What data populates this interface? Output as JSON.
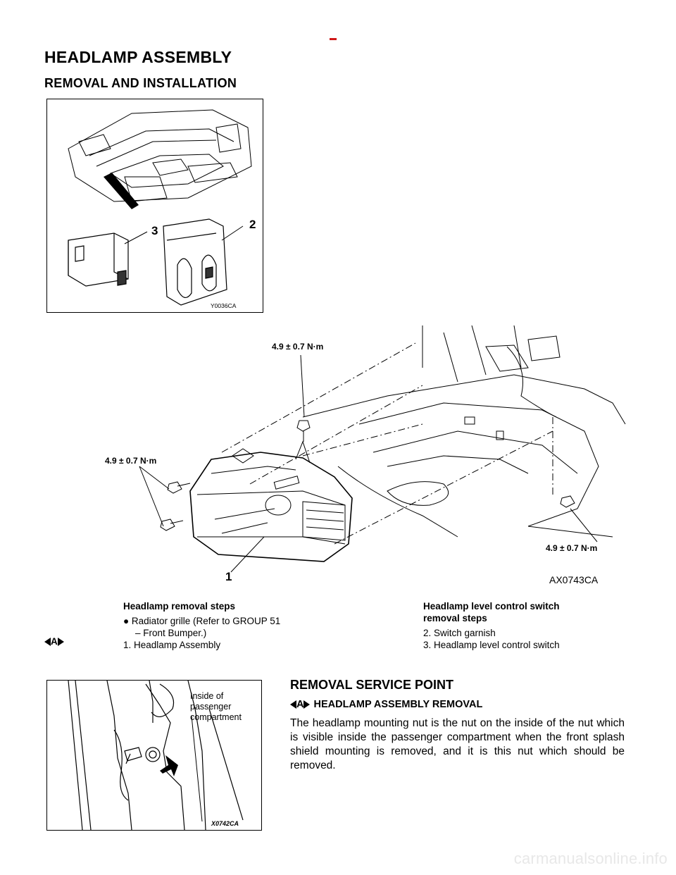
{
  "page": {
    "title": "HEADLAMP ASSEMBLY",
    "subtitle": "REMOVAL AND INSTALLATION"
  },
  "figure1": {
    "code": "Y0036CA",
    "callouts": [
      "2",
      "3"
    ]
  },
  "figure2": {
    "code": "AX0743CA",
    "callout": "1",
    "torque_labels": [
      "4.9 ± 0.7 N·m",
      "4.9 ± 0.7 N·m",
      "4.9 ± 0.7 N·m"
    ]
  },
  "steps_left": {
    "heading": "Headlamp removal steps",
    "bullet_item_line1": "Radiator grille (Refer to GROUP 51",
    "bullet_item_line2": "– Front Bumper.)",
    "item1": "1. Headlamp Assembly",
    "marker": "A"
  },
  "steps_right": {
    "heading_line1": "Headlamp level control switch",
    "heading_line2": "removal steps",
    "item2": "2. Switch garnish",
    "item3": "3. Headlamp level control switch"
  },
  "figure3": {
    "label_line1": "Inside of",
    "label_line2": "passenger",
    "label_line3": "compartment",
    "code": "X0742CA"
  },
  "service": {
    "title": "REMOVAL SERVICE POINT",
    "marker": "A",
    "subtitle": "HEADLAMP ASSEMBLY REMOVAL",
    "body": "The headlamp mounting nut is the nut on the inside of the nut which is visible inside the passenger compartment when the front splash shield mounting is removed, and it is this nut which should be removed."
  },
  "watermark": "carmanualsonline.info"
}
